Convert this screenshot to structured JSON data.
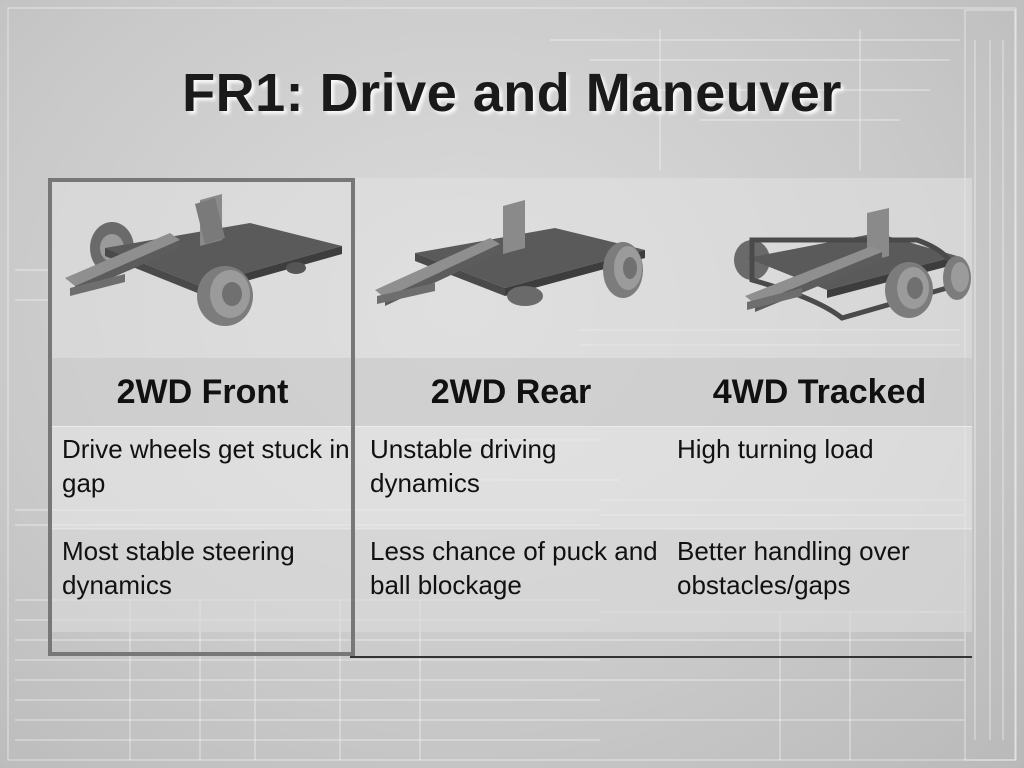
{
  "slide": {
    "title": "FR1: Drive and Maneuver"
  },
  "table": {
    "columns": [
      {
        "header": "2WD Front",
        "image": "robot-2wd-front-render"
      },
      {
        "header": "2WD Rear",
        "image": "robot-2wd-rear-render"
      },
      {
        "header": "4WD Tracked",
        "image": "robot-4wd-tracked-render"
      }
    ],
    "rows": [
      [
        "Drive wheels get stuck in gap",
        "Unstable driving dynamics",
        "High turning load"
      ],
      [
        "Most stable steering dynamics",
        "Less chance of puck and ball blockage",
        "Better handling over obstacles/gaps"
      ]
    ],
    "highlighted_column": "2WD Front"
  },
  "colors": {
    "title": "#1a1a1a",
    "highlight_border": "#777777"
  }
}
